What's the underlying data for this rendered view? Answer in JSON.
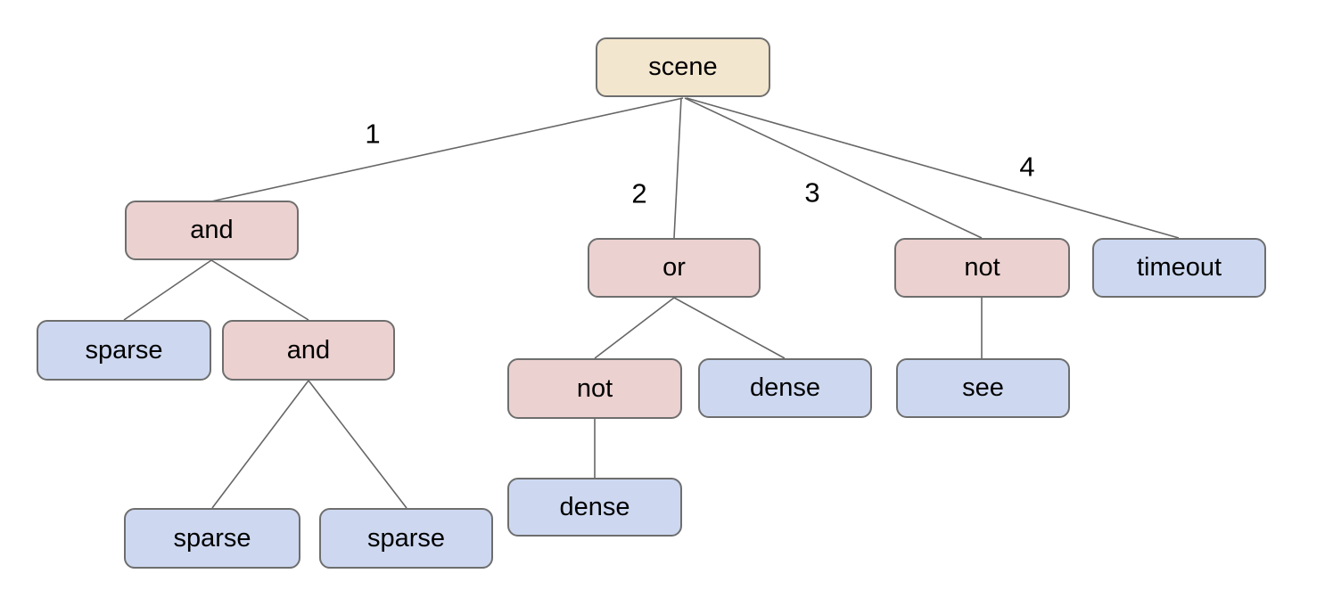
{
  "diagram": {
    "type": "tree",
    "description": "Behavior/condition tree rooted at scene with four numbered branches"
  },
  "palette": {
    "background": "#ffffff",
    "root_fill": "#f3e6ce",
    "operator_fill": "#ebd1d0",
    "leaf_fill": "#cdd8f0",
    "node_border": "#6e6e6e",
    "edge_color": "#666666",
    "text_color": "#000000"
  },
  "tree": {
    "root": {
      "label": "scene",
      "type": "root",
      "children": [
        {
          "edge_label": "1",
          "label": "and",
          "type": "operator",
          "children": [
            {
              "label": "sparse",
              "type": "leaf"
            },
            {
              "label": "and",
              "type": "operator",
              "children": [
                {
                  "label": "sparse",
                  "type": "leaf"
                },
                {
                  "label": "sparse",
                  "type": "leaf"
                }
              ]
            }
          ]
        },
        {
          "edge_label": "2",
          "label": "or",
          "type": "operator",
          "children": [
            {
              "label": "not",
              "type": "operator",
              "children": [
                {
                  "label": "dense",
                  "type": "leaf"
                }
              ]
            },
            {
              "label": "dense",
              "type": "leaf"
            }
          ]
        },
        {
          "edge_label": "3",
          "label": "not",
          "type": "operator",
          "children": [
            {
              "label": "see",
              "type": "leaf"
            }
          ]
        },
        {
          "edge_label": "4",
          "label": "timeout",
          "type": "leaf"
        }
      ]
    }
  }
}
